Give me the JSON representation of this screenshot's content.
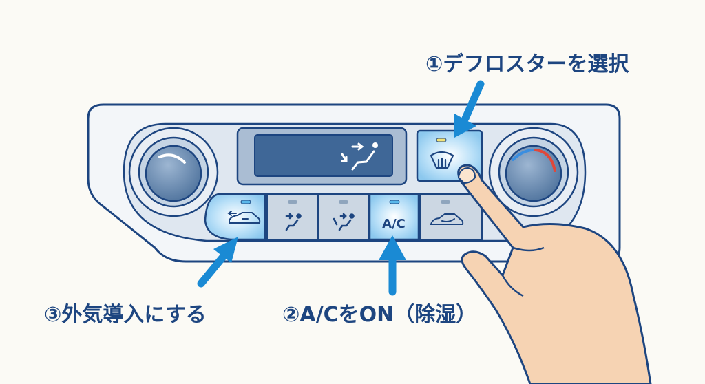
{
  "labels": {
    "step1": "①デフロスターを選択",
    "step2": "②A/CをON（除湿）",
    "step3": "③外気導入にする"
  },
  "panel": {
    "ac_button_label": "A/C",
    "buttons": [
      {
        "icon": "fresh-air-intake-icon",
        "lit": true
      },
      {
        "icon": "face-vent-icon",
        "lit": false
      },
      {
        "icon": "face-foot-vent-icon",
        "lit": false
      },
      {
        "icon": "ac-label",
        "lit": true
      },
      {
        "icon": "recirculation-icon",
        "lit": false
      }
    ],
    "defroster_lit": true
  },
  "colors": {
    "outline": "#1d4580",
    "accent": "#1a8ad4",
    "lit_button": "#bfe2f8",
    "screen": "#3f6797",
    "skin": "#f6d3b3",
    "hot": "#e0483a",
    "cold": "#3a8ee0"
  }
}
